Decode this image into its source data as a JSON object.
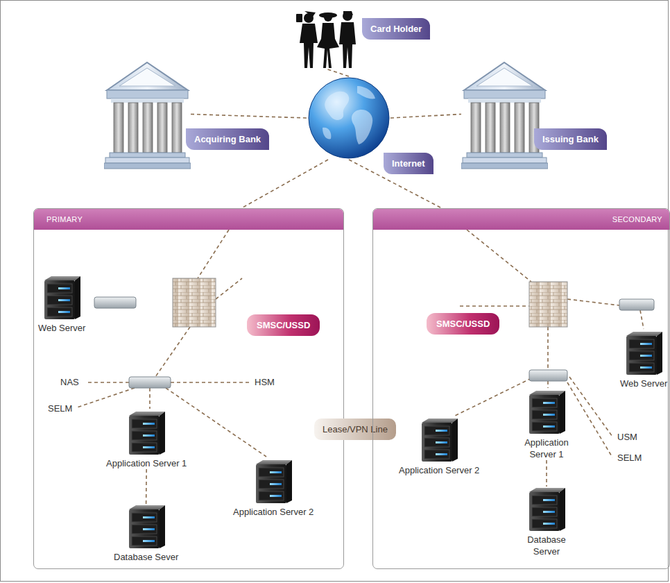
{
  "diagram": {
    "nodes": [
      {
        "text": [
          "Card Holder"
        ]
      },
      {
        "text": [
          "Acquiring Bank"
        ]
      },
      {
        "text": [
          "Internet"
        ]
      },
      {
        "text": [
          "Issuing Bank"
        ]
      },
      {
        "text": [
          "PRIMARY"
        ]
      },
      {
        "text": [
          "Web Server"
        ],
        "in": 4
      },
      {
        "text": [
          "SMSC/USSD"
        ],
        "in": 4
      },
      {
        "text": [
          "Application Server 1"
        ],
        "in": 4
      },
      {
        "text": [
          "Application Server 2"
        ],
        "in": 4
      },
      {
        "text": [
          "Database Sever"
        ],
        "in": 4
      },
      {
        "text": [
          "Lease/VPN Line"
        ]
      },
      {
        "text": [
          "SECONDARY"
        ]
      },
      {
        "text": [
          "SMSC/USSD"
        ],
        "in": 11
      },
      {
        "text": [
          "Web Server"
        ],
        "in": 11
      },
      {
        "text": [
          "Application Server 2"
        ],
        "in": 11
      },
      {
        "text": [
          "Application Server 1"
        ],
        "in": 11
      },
      {
        "text": [
          "Database Server"
        ],
        "in": 11
      }
    ],
    "edges": [
      {
        "from": 0,
        "to": 2,
        "arrow": "none"
      },
      {
        "from": 1,
        "to": 2,
        "arrow": "none"
      },
      {
        "from": 2,
        "to": 3,
        "arrow": "none"
      },
      {
        "from": 2,
        "to": 4,
        "arrow": "none"
      },
      {
        "from": 2,
        "to": 11,
        "arrow": "none"
      },
      {
        "from": 7,
        "to": 9,
        "arrow": "none"
      },
      {
        "from": 15,
        "to": 16,
        "arrow": "none"
      }
    ],
    "labels": [
      "NAS",
      "HSM",
      "SELM",
      "USM",
      "SELM"
    ]
  }
}
